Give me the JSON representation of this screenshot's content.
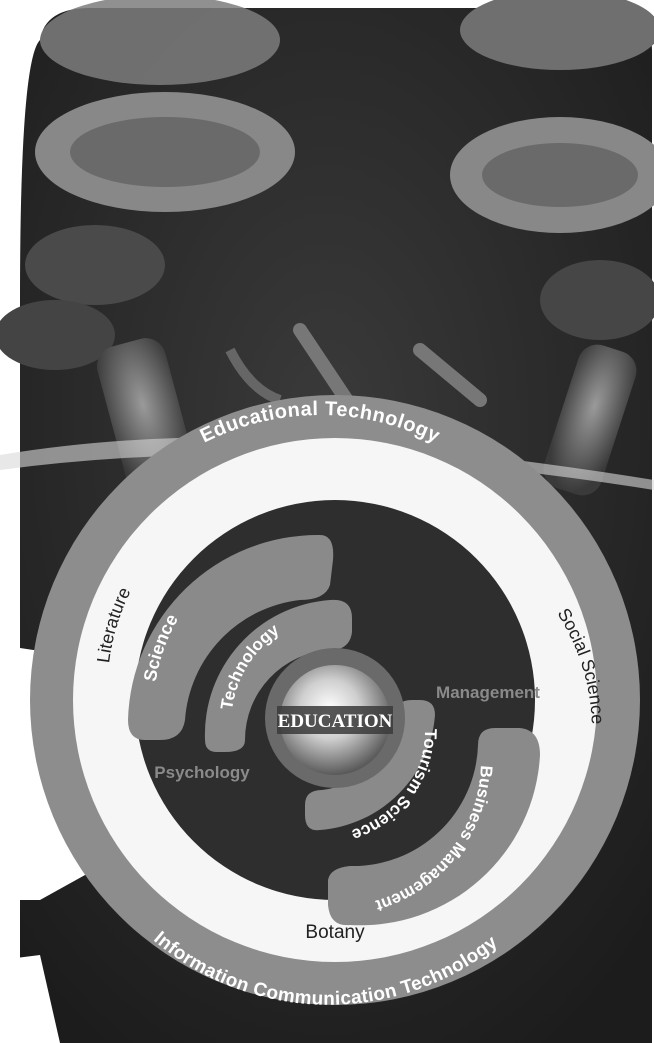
{
  "center": {
    "label": "EDUCATION"
  },
  "outer_ring": {
    "top": "Educational Technology",
    "bottom": "Information Communication Technology"
  },
  "white_ring": {
    "left": "Literature",
    "right": "Social Science",
    "bottom": "Botany"
  },
  "inner_band_labels": {
    "science": "Science",
    "technology": "Technology",
    "psychology": "Psychology",
    "management": "Management",
    "tourism": "Tourism Science",
    "business": "Business Management"
  },
  "colors": {
    "background_dark": "#2a2a2a",
    "outer_ring": "#8d8d8d",
    "white_ring": "#f6f6f6",
    "inner_disc": "#2e2e2e",
    "band": "#8a8a8a",
    "page_white": "#ffffff"
  }
}
